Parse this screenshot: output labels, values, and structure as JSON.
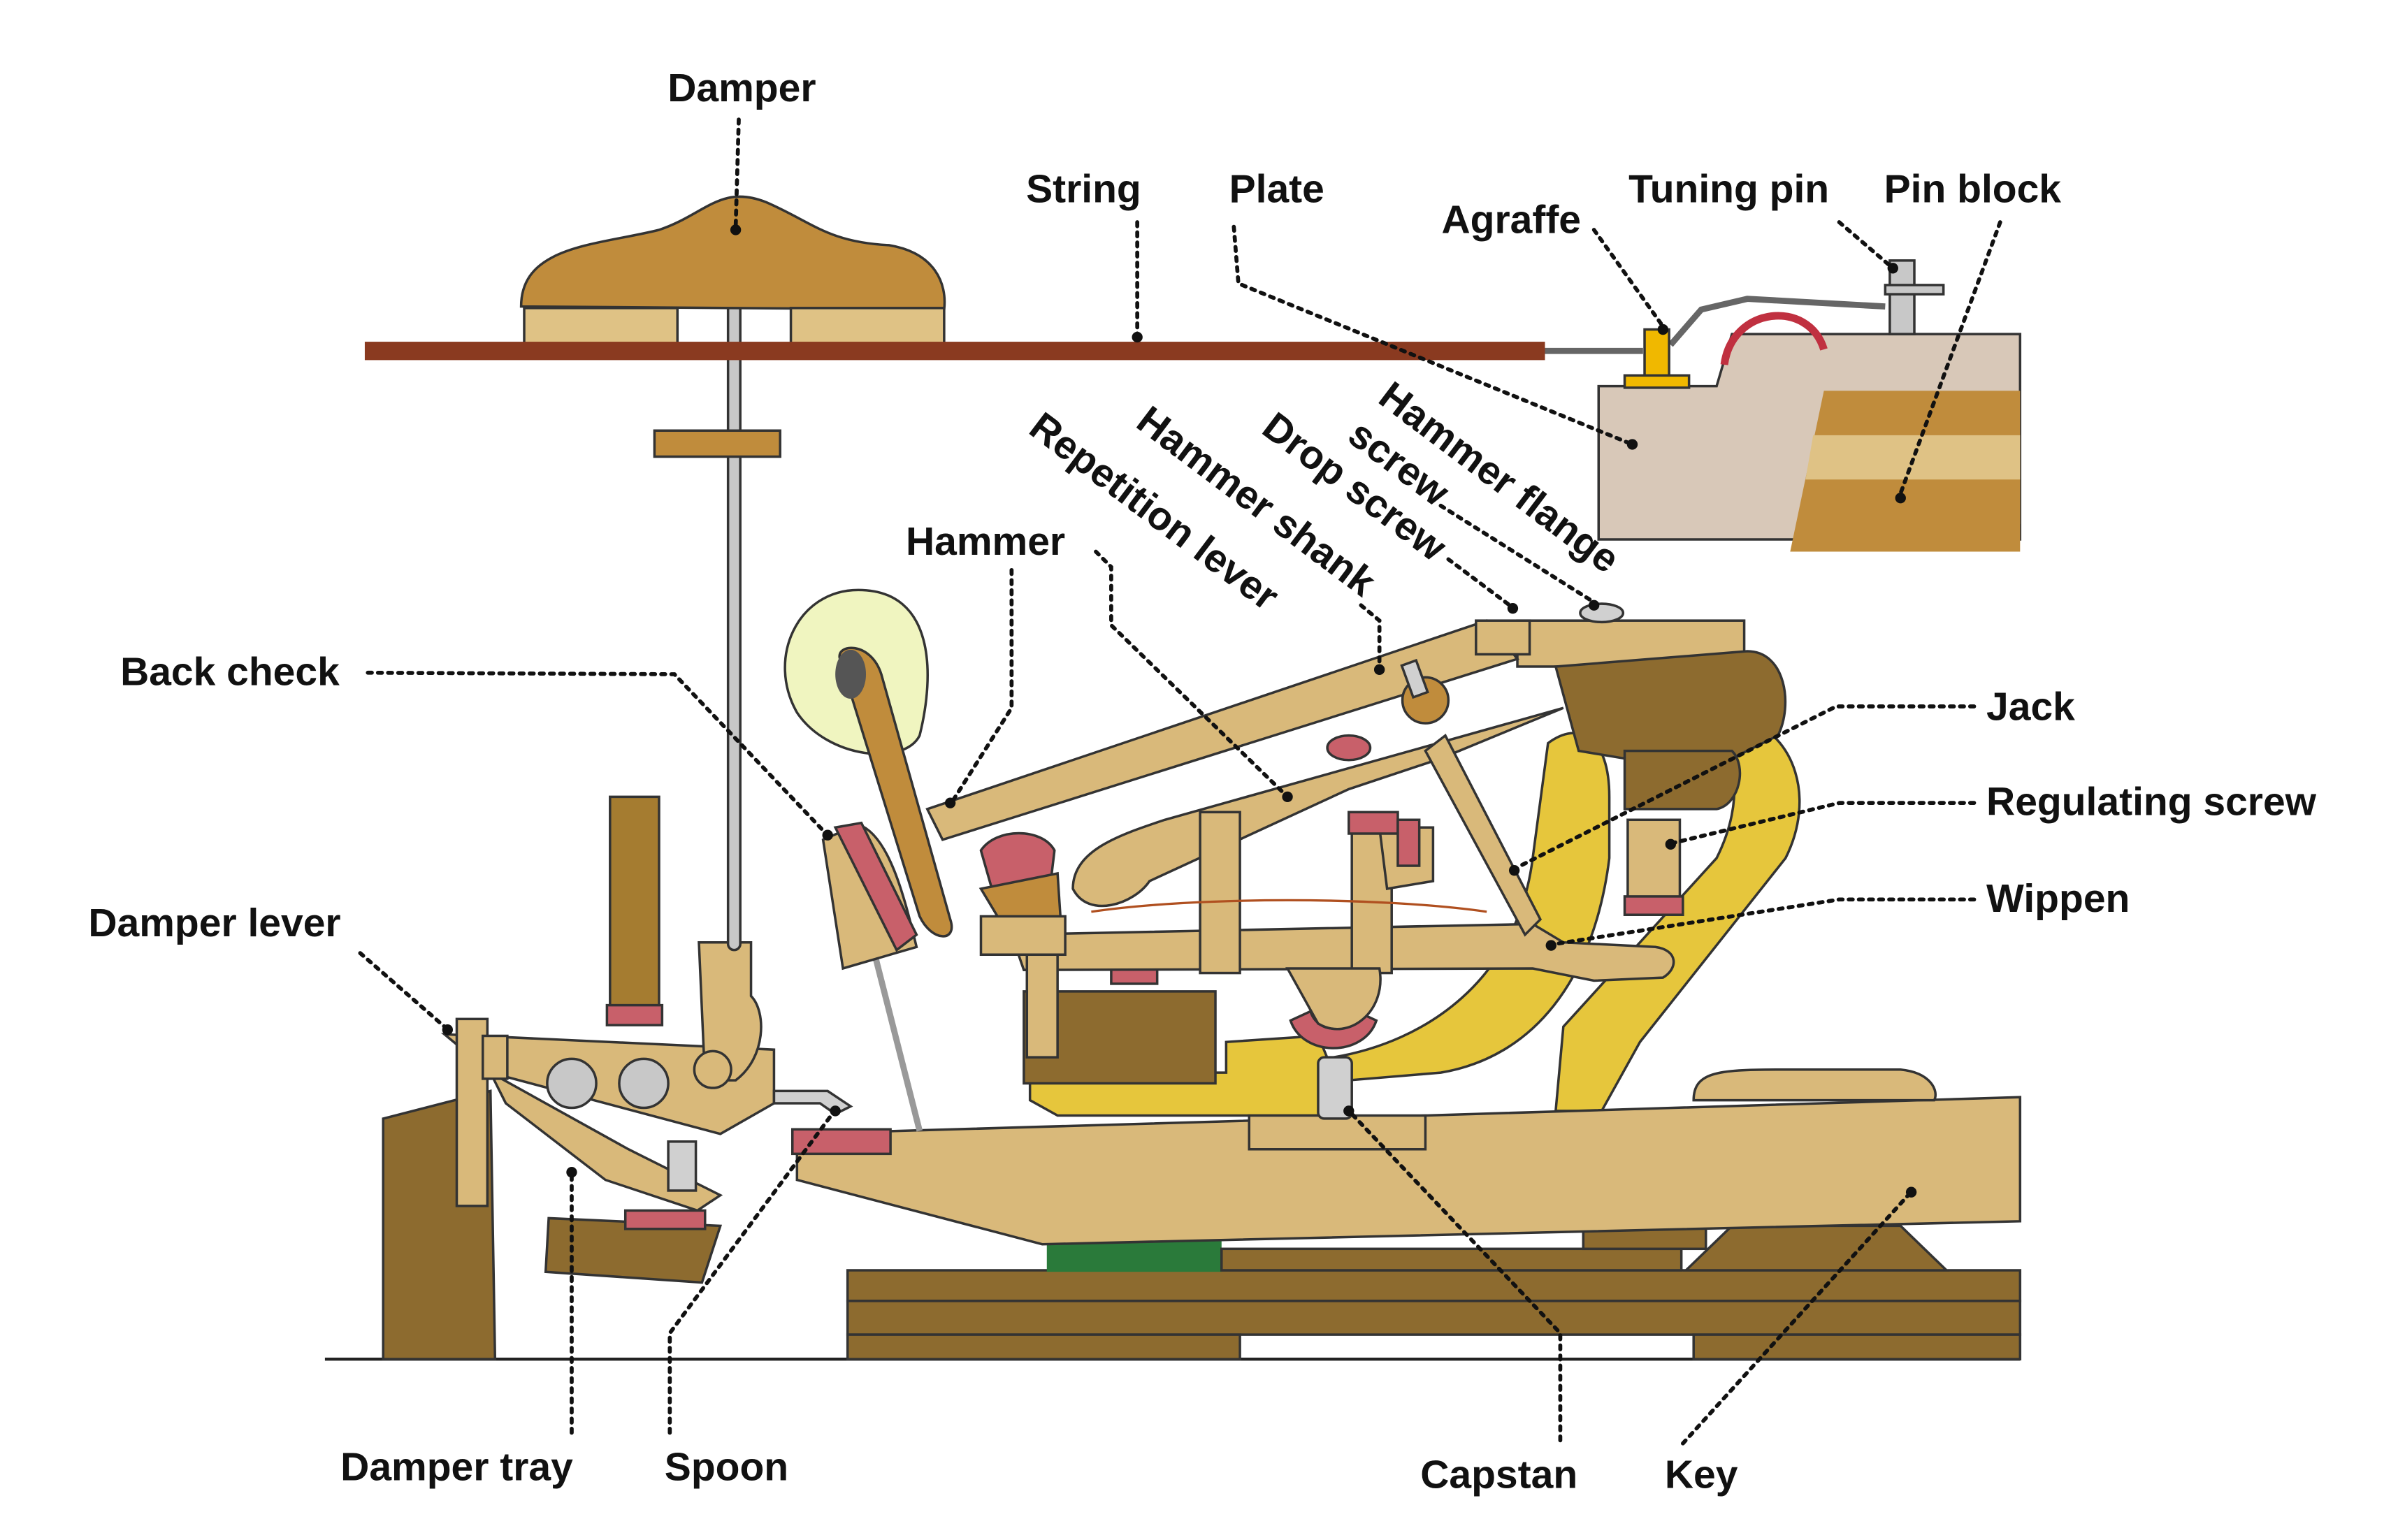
{
  "labels": {
    "damper": "Damper",
    "string": "String",
    "plate": "Plate",
    "agraffe": "Agraffe",
    "tuning_pin": "Tuning pin",
    "pin_block": "Pin block",
    "hammer_flange_screw_line1": "Hammer flange",
    "hammer_flange_screw_line2": "screw",
    "drop_screw": "Drop screw",
    "hammer_shank": "Hammer shank",
    "repetition_lever": "Repetition lever",
    "hammer": "Hammer",
    "back_check": "Back check",
    "jack": "Jack",
    "regulating_screw": "Regulating screw",
    "wippen": "Wippen",
    "damper_lever": "Damper lever",
    "damper_tray": "Damper tray",
    "spoon": "Spoon",
    "capstan": "Capstan",
    "key": "Key"
  },
  "colors": {
    "wood_light": "#d9b97a",
    "wood_dark": "#8d6b2f",
    "wood_mid": "#c08c3c",
    "felt_red": "#c8606a",
    "frame_yellow": "#e6c63c",
    "plate": "#d8c8b8",
    "string": "#8a3a20",
    "hammer_felt": "#f0f5c0",
    "key_bed_felt": "#2a7a3a"
  }
}
